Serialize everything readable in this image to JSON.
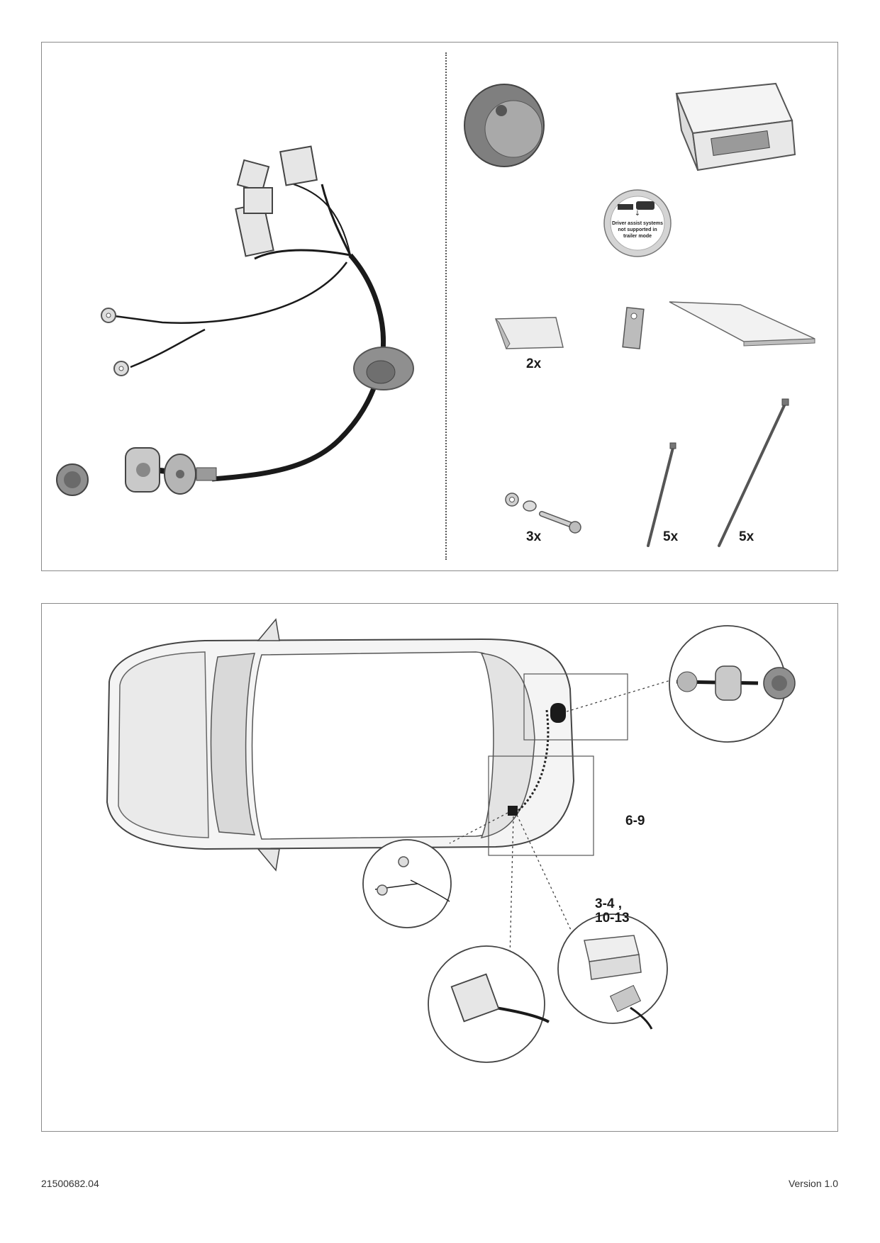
{
  "document": {
    "part_number": "21500682.04",
    "version": "Version 1.0"
  },
  "kit_panel": {
    "sticker_lines": [
      "Driver assist systems",
      "not supported in",
      "trailer mode"
    ],
    "quantities": {
      "adhesive_pads": "2x",
      "bolts": "3x",
      "cable_ties_short": "5x",
      "cable_ties_long": "5x"
    }
  },
  "car_panel": {
    "callouts": {
      "socket_steps": "6-9",
      "module_steps_line1": "3-4 ,",
      "module_steps_line2": "10-13"
    }
  },
  "colors": {
    "border": "#8a8a8a",
    "cable": "#1a1a1a",
    "part_gray": "#8f8f8f",
    "line_art": "#555555"
  }
}
